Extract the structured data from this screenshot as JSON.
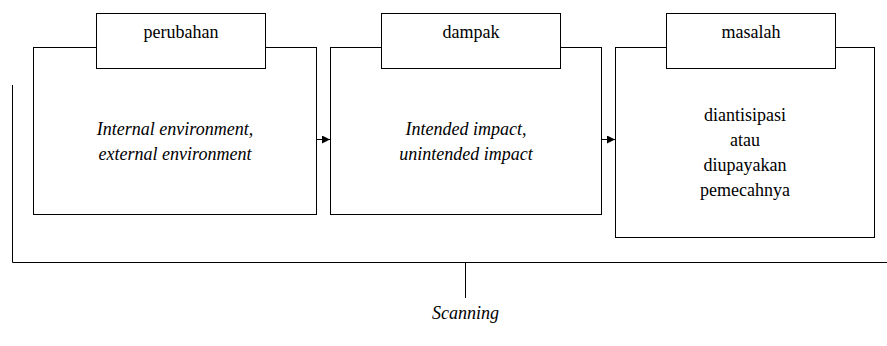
{
  "diagram": {
    "nodes": [
      {
        "text": [
          "perubahan",
          "Internal environment, external environment"
        ]
      },
      {
        "text": [
          "dampak",
          "Intended impact, unintended impact"
        ]
      },
      {
        "text": [
          "masalah",
          "diantisipasi atau diupayakan pemecahnya"
        ]
      }
    ],
    "edges": [
      {
        "from": 0,
        "to": 1,
        "arrow": "to"
      },
      {
        "from": 1,
        "to": 2,
        "arrow": "to"
      }
    ],
    "labels": [
      "Scanning"
    ]
  }
}
